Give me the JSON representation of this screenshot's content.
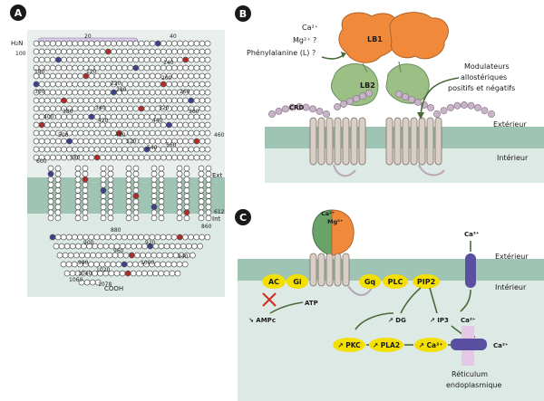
{
  "panels": {
    "a": {
      "letter": "A",
      "n_terminus": "H₂N",
      "c_terminus": "COOH",
      "membrane_out": "Ext",
      "membrane_in": "Int",
      "residue_numbers": [
        "20",
        "40",
        "100",
        "120",
        "140",
        "180",
        "200",
        "220",
        "260",
        "280",
        "300",
        "340",
        "320",
        "380",
        "360",
        "400",
        "420",
        "440",
        "460",
        "500",
        "480",
        "520",
        "540",
        "560",
        "580",
        "600",
        "612",
        "860",
        "880",
        "900",
        "920",
        "940",
        "960",
        "980",
        "1000",
        "1020",
        "1040",
        "1060",
        "1078"
      ]
    },
    "b": {
      "letter": "B",
      "ions": [
        "Ca²⁺",
        "Mg²⁺ ?",
        "Phénylalanine (L) ?"
      ],
      "lb1": "LB1",
      "lb2": "LB2",
      "crd": "CRD",
      "modulators": [
        "Modulateurs",
        "allostériques",
        "positifs et négatifs"
      ],
      "exterior": "Extérieur",
      "interior": "Intérieur"
    },
    "c": {
      "letter": "C",
      "ions": [
        "Ca²⁺",
        "Mg²⁺"
      ],
      "ca_channel": "Ca²⁺",
      "exterior": "Extérieur",
      "interior": "Intérieur",
      "proteins": [
        "AC",
        "Gi",
        "Gq",
        "PLC",
        "PIP2"
      ],
      "atp": "ATP",
      "ampc": "↘ AMPc",
      "dg": "↗ DG",
      "ip3": "↗ IP3",
      "ca_in": "Ca²⁺",
      "pkc": "↗ PKC",
      "pla2": "↗ PLA2",
      "ca_up": "↗ Ca²⁺",
      "er_ca": "Ca²⁺",
      "er": [
        "Réticulum",
        "endoplasmique"
      ]
    }
  },
  "colors": {
    "lb1": "#f08a3a",
    "lb2": "#9cbf86",
    "membrane": "#9fc4b3",
    "interior": "#dde9e5",
    "signal": "#f4e000",
    "channel": "#5a4fa0",
    "inhibit": "#d62a1e"
  }
}
